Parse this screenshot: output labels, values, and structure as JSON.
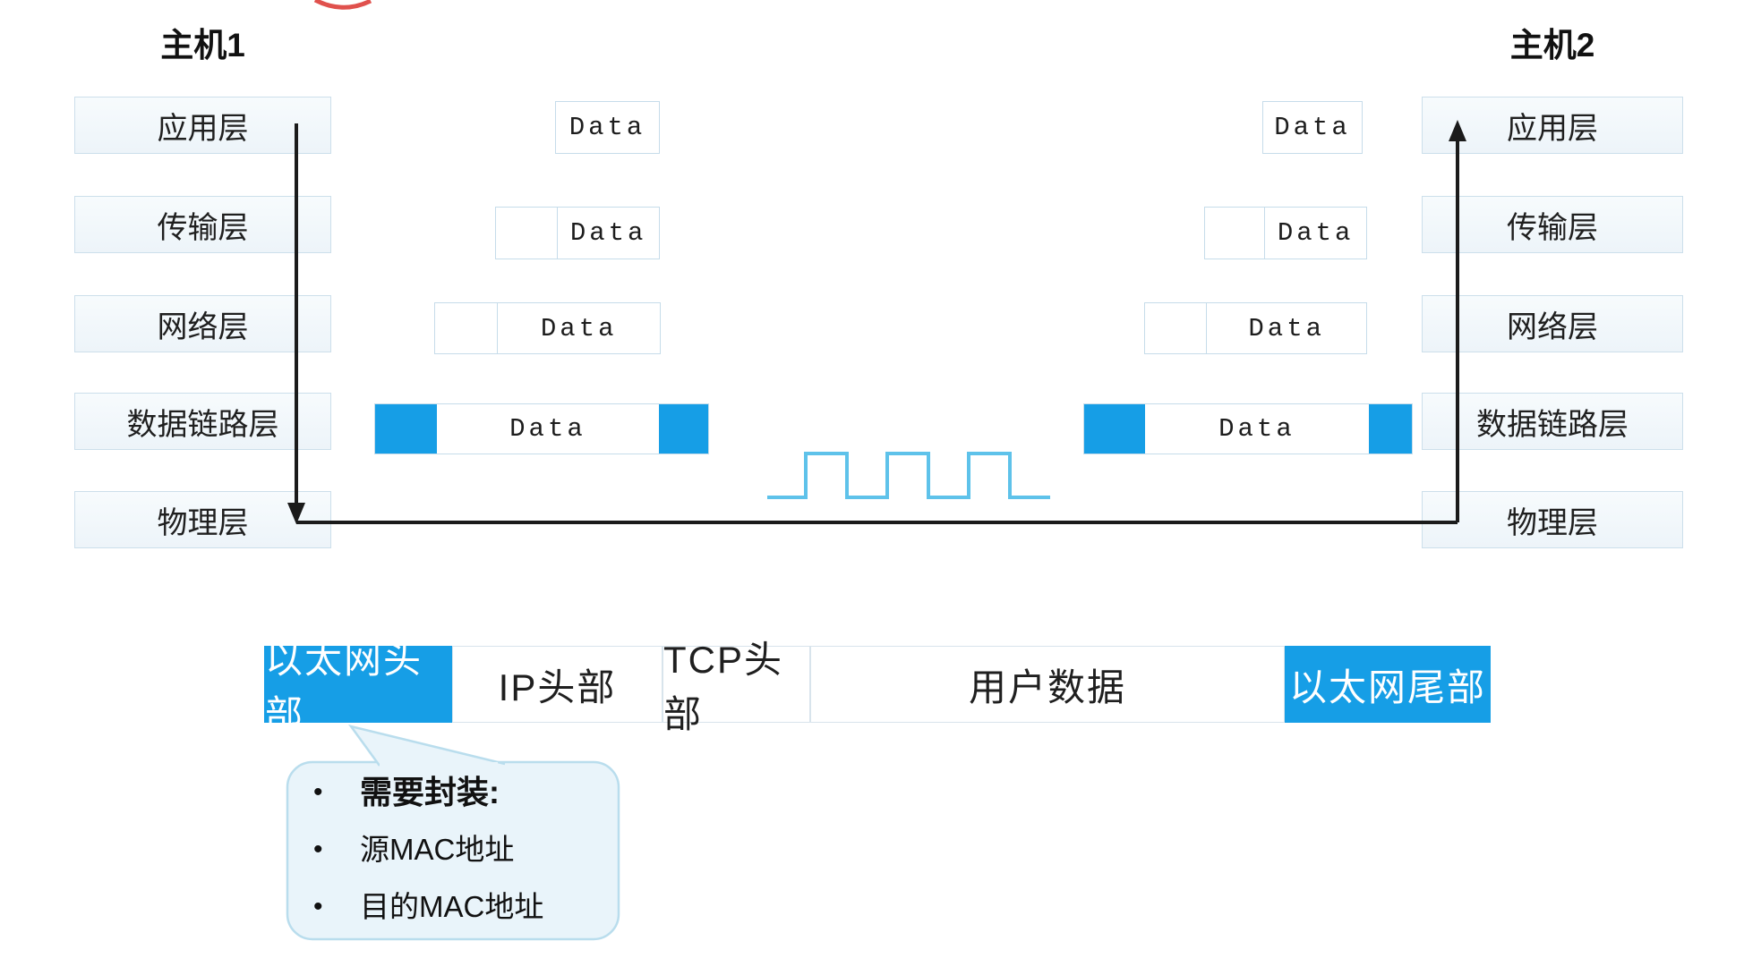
{
  "hosts": {
    "left": "主机1",
    "right": "主机2"
  },
  "layers": [
    "应用层",
    "传输层",
    "网络层",
    "数据链路层",
    "物理层"
  ],
  "data_label": "Data",
  "frame_bar": {
    "segments": [
      "以太网头部",
      "IP头部",
      "TCP头部",
      "用户数据",
      "以太网尾部"
    ]
  },
  "callout": {
    "bullet": "•",
    "items": [
      "需要封装:",
      "源MAC地址",
      "目的MAC地址"
    ]
  },
  "colors": {
    "accent_blue": "#169ee6",
    "wave_blue": "#5ec2ea",
    "arrow_black": "#1b1b1b",
    "layer_box_fill": "#f3f8fc",
    "layer_box_border": "#ccdfeb",
    "data_box_border": "#c6dcea",
    "callout_fill": "#e9f4fa",
    "callout_border": "#b9dded",
    "red_marker": "#e0514d"
  }
}
